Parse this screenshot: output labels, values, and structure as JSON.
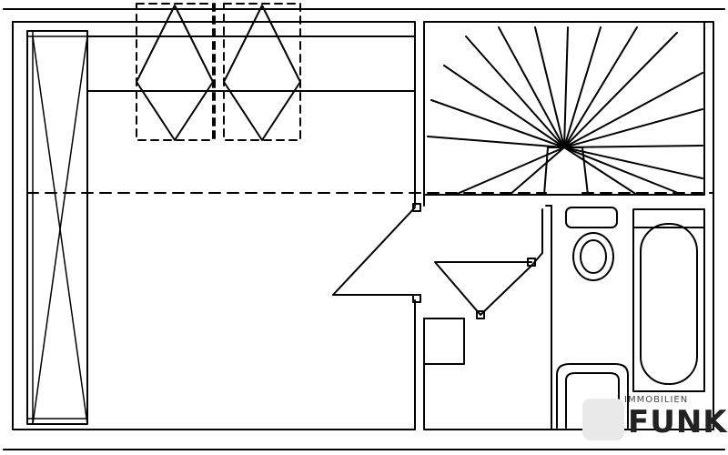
{
  "plan": {
    "line_color": "#000000",
    "background": "#ffffff",
    "rooms": [
      "bedroom",
      "staircase",
      "bathroom",
      "hallway"
    ],
    "fixtures": [
      "wardrobe",
      "skylight-windows",
      "spiral-staircase",
      "washbasin",
      "toilet",
      "bathtub",
      "doors"
    ]
  },
  "logo": {
    "line1": "IMMOBILIEN",
    "line2": "FUNK",
    "mark_color": "#e9e9e9",
    "text_color": "#222222"
  }
}
